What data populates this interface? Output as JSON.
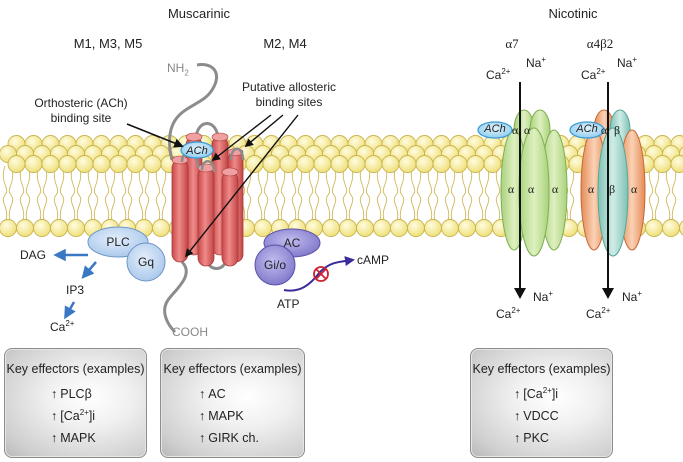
{
  "headers": {
    "muscarinic": "Muscarinic",
    "nicotinic": "Nicotinic",
    "m135": "M1, M3, M5",
    "m24": "M2, M4",
    "a7": "α7",
    "a4b2": "α4β2"
  },
  "muscarinic_receptor": {
    "n_terminus": "NH",
    "n_terminus_sub": "2",
    "c_terminus": "COOH",
    "ach_label": "ACh",
    "orthosteric_label_line1": "Orthosteric (ACh)",
    "orthosteric_label_line2": "binding site",
    "allosteric_label_line1": "Putative allosteric",
    "allosteric_label_line2": "binding sites"
  },
  "gq_pathway": {
    "plc": "PLC",
    "gq": "Gq",
    "dag": "DAG",
    "ip3": "IP3",
    "ca": "Ca",
    "ca_sup": "2+"
  },
  "gi_pathway": {
    "ac": "AC",
    "gio": "Gi/o",
    "atp": "ATP",
    "camp": "cAMP"
  },
  "nicotinic_a7": {
    "ach": "ACh",
    "top_subunits": [
      "α",
      "α"
    ],
    "subunits": [
      "α",
      "α",
      "α"
    ],
    "ca_in": "Ca",
    "ca_in_sup": "2+",
    "na_in": "Na",
    "na_in_sup": "+",
    "ca_out": "Ca",
    "ca_out_sup": "2+",
    "na_out": "Na",
    "na_out_sup": "+"
  },
  "nicotinic_a4b2": {
    "ach": "ACh",
    "top_subunits": [
      "α",
      "β"
    ],
    "subunits": [
      "α",
      "β",
      "α"
    ],
    "ca_in": "Ca",
    "ca_in_sup": "2+",
    "na_in": "Na",
    "na_in_sup": "+",
    "ca_out": "Ca",
    "ca_out_sup": "2+",
    "na_out": "Na",
    "na_out_sup": "+"
  },
  "effector_boxes": [
    {
      "title": "Key effectors (examples)",
      "items": [
        {
          "arrow": "↑",
          "text": "PLCβ",
          "sup": "",
          "after": ""
        },
        {
          "arrow": "↑",
          "text": "[Ca",
          "sup": "2+",
          "after": "]i"
        },
        {
          "arrow": "↑",
          "text": "MAPK",
          "sup": "",
          "after": ""
        }
      ]
    },
    {
      "title": "Key effectors (examples)",
      "items": [
        {
          "arrow": "↑",
          "text": "AC",
          "sup": "",
          "after": ""
        },
        {
          "arrow": "↑",
          "text": "MAPK",
          "sup": "",
          "after": ""
        },
        {
          "arrow": "↑",
          "text": "GIRK ch.",
          "sup": "",
          "after": ""
        }
      ]
    },
    {
      "title": "Key effectors (examples)",
      "items": [
        {
          "arrow": "↑",
          "text": "[Ca",
          "sup": "2+",
          "after": "]i"
        },
        {
          "arrow": "↑",
          "text": "VDCC",
          "sup": "",
          "after": ""
        },
        {
          "arrow": "↑",
          "text": "PKC",
          "sup": "",
          "after": ""
        }
      ]
    }
  ],
  "colors": {
    "membrane_head": "#f7ef9a",
    "membrane_head_stroke": "#d2c25a",
    "receptor_red": "#e06a6a",
    "gq_blue": "#b9d3f0",
    "gi_purple": "#8f88d6",
    "a7_green": "#c8e3a0",
    "a4b2_orange": "#f2a77a",
    "a4b2_teal": "#a9d8cf",
    "ach_blue": "#9fd3f0",
    "arrow_blue": "#3b78c4",
    "camp_arrow": "#3a2c9a",
    "inhibit_red": "#cc2233"
  }
}
